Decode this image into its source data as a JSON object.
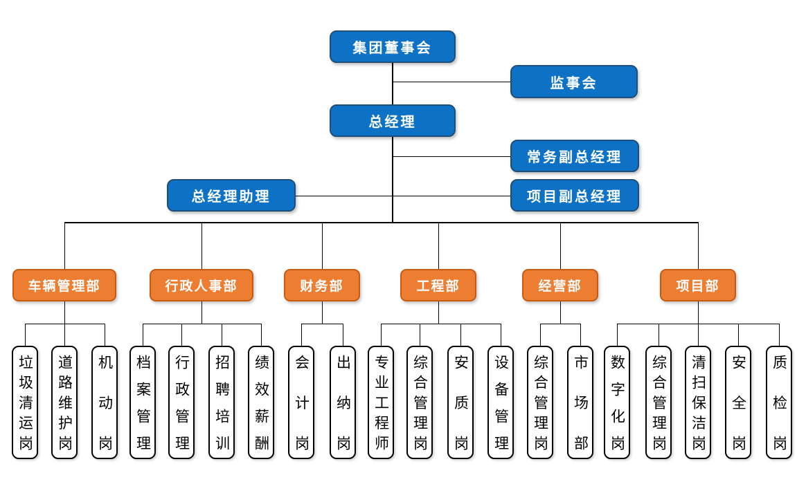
{
  "nodes": {
    "board": {
      "label": "集团董事会"
    },
    "supervisory": {
      "label": "监事会"
    },
    "gm": {
      "label": "总经理"
    },
    "evp": {
      "label": "常务副总经理"
    },
    "pvp": {
      "label": "项目副总经理"
    },
    "assistant": {
      "label": "总经理助理"
    }
  },
  "departments": [
    {
      "label": "车辆管理部",
      "positions": [
        "垃圾清运岗",
        "道路维护岗",
        "机动岗"
      ]
    },
    {
      "label": "行政人事部",
      "positions": [
        "档案管理",
        "行政管理",
        "招聘培训",
        "绩效薪酬"
      ]
    },
    {
      "label": "财务部",
      "positions": [
        "会计岗",
        "出纳岗"
      ]
    },
    {
      "label": "工程部",
      "positions": [
        "专业工程师",
        "综合管理岗",
        "安质岗",
        "设备管理"
      ]
    },
    {
      "label": "经营部",
      "positions": [
        "综合管理岗",
        "市场部"
      ]
    },
    {
      "label": "项目部",
      "positions": [
        "数字化岗",
        "综合管理岗",
        "清扫保洁岗",
        "安全岗",
        "质检岗"
      ]
    }
  ],
  "colors": {
    "executive_fill": "#0D72C6",
    "executive_border": "#1F4E79",
    "department_fill": "#ED7D31",
    "department_border": "#C55A11",
    "position_fill": "#FFFFFF",
    "position_border": "#000000",
    "connector": "#000000",
    "background": "#FFFFFF",
    "text_on_color": "#FFFFFF",
    "text_on_white": "#000000"
  }
}
